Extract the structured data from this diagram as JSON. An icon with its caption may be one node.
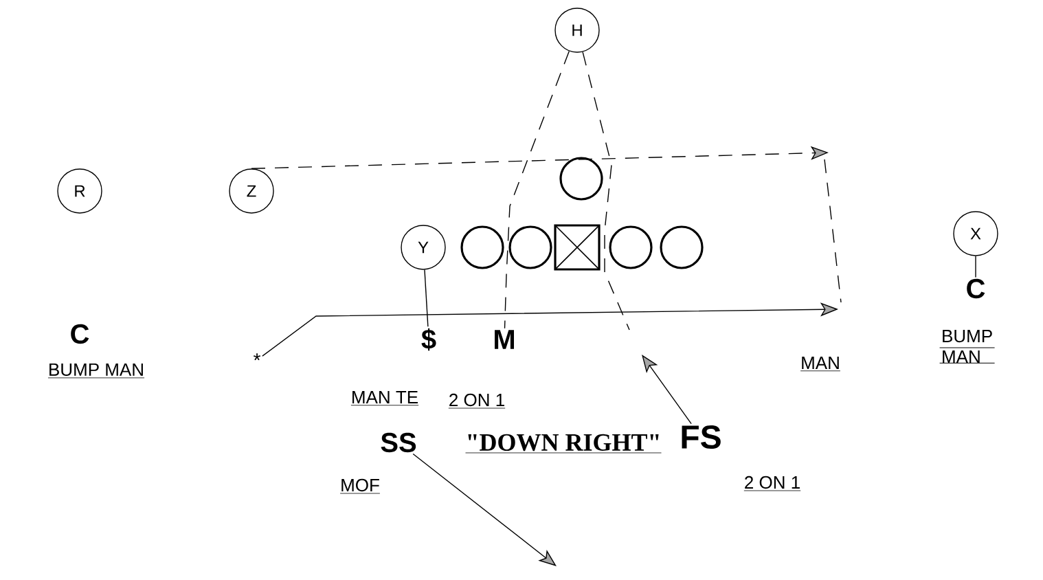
{
  "diagram": {
    "nodes": [
      {
        "text": [
          "H"
        ]
      },
      {
        "text": [
          "R"
        ]
      },
      {
        "text": [
          "Z"
        ]
      },
      {
        "text": [],
        "shape": "circle"
      },
      {
        "text": [
          "Y"
        ]
      },
      {
        "text": [],
        "shape": "circle"
      },
      {
        "text": [],
        "shape": "circle"
      },
      {
        "text": [],
        "shape": "box"
      },
      {
        "text": [],
        "shape": "circle"
      },
      {
        "text": [],
        "shape": "circle"
      },
      {
        "text": [
          "X"
        ]
      },
      {
        "text": [
          "C"
        ],
        "beside": [
          "BUMP MAN"
        ]
      },
      {
        "text": [
          "*"
        ]
      },
      {
        "text": [
          "$"
        ],
        "beside": [
          "MAN TE"
        ]
      },
      {
        "text": [
          "M"
        ],
        "beside": [
          "2 ON 1"
        ]
      },
      {
        "text": [
          "C"
        ],
        "beside": [
          "BUMP MAN"
        ]
      },
      {
        "text": [
          "SS"
        ],
        "beside": [
          "MOF"
        ]
      },
      {
        "text": [
          "FS"
        ],
        "beside": [
          "2 ON 1"
        ]
      }
    ],
    "edges": [
      {
        "from": 2,
        "to": null,
        "arrow": "to",
        "style": "dashed"
      },
      {
        "from": 0,
        "to": 14,
        "arrow": "none",
        "style": "dashed"
      },
      {
        "from": 0,
        "to": null,
        "arrow": "none",
        "style": "dashed"
      },
      {
        "from": 4,
        "to": 13,
        "arrow": "none"
      },
      {
        "from": 12,
        "to": null,
        "arrow": "to"
      },
      {
        "from": 17,
        "to": null,
        "arrow": "to"
      },
      {
        "from": 16,
        "to": null,
        "arrow": "to"
      },
      {
        "from": 10,
        "to": 15,
        "arrow": "none"
      }
    ],
    "labels": [
      "MAN",
      "\"DOWN RIGHT\""
    ]
  }
}
